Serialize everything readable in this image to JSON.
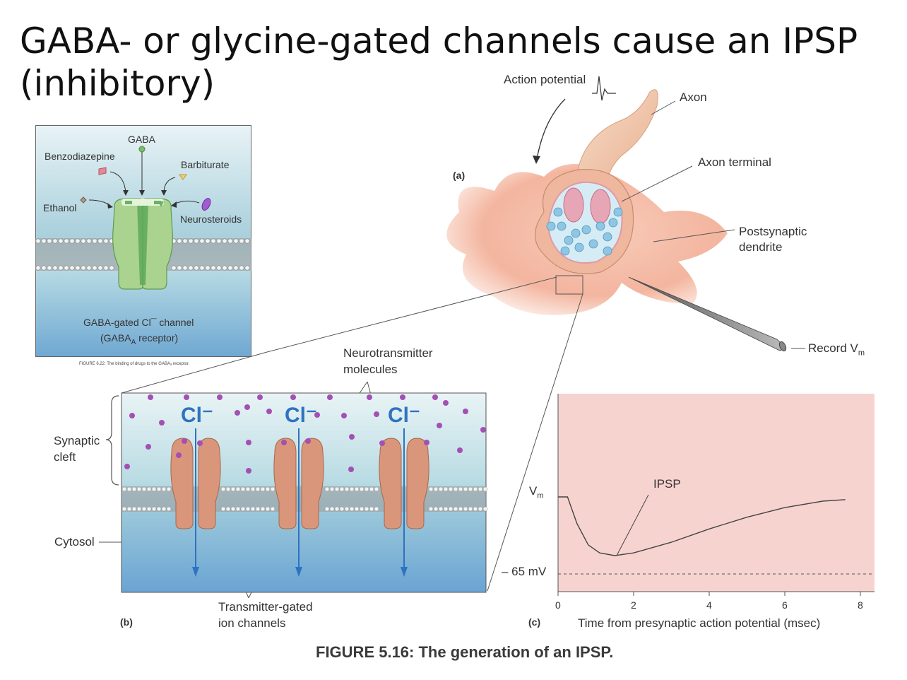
{
  "slide": {
    "title_line1": "GABA- or glycine-gated channels cause an IPSP",
    "title_line2": "(inhibitory)"
  },
  "inset": {
    "labels": {
      "gaba": "GABA",
      "benzodiazepine": "Benzodiazepine",
      "barbiturate": "Barbiturate",
      "ethanol": "Ethanol",
      "neurosteroids": "Neurosteroids",
      "channel_line1": "GABA-gated Cl¯ channel",
      "channel_line2_pre": "(GABA",
      "channel_line2_sub": "A",
      "channel_line2_post": " receptor)"
    },
    "caption": "FIGURE 6.22: The binding of drugs to the GABAₐ receptor."
  },
  "figure": {
    "panel_a": "(a)",
    "panel_b": "(b)",
    "panel_c": "(c)",
    "action_potential": "Action potential",
    "axon": "Axon",
    "axon_terminal": "Axon terminal",
    "postsynaptic_line1": "Postsynaptic",
    "postsynaptic_line2": "dendrite",
    "record_pre": "Record V",
    "record_sub": "m",
    "neurotransmitter_line1": "Neurotransmitter",
    "neurotransmitter_line2": "molecules",
    "synaptic_line1": "Synaptic",
    "synaptic_line2": "cleft",
    "cytosol": "Cytosol",
    "chloride": "Cl⁻",
    "transmitter_line1": "Transmitter-gated",
    "transmitter_line2": "ion channels",
    "caption": "FIGURE 5.16: The generation of an IPSP."
  },
  "chart_data": {
    "type": "line",
    "xlabel": "Time from presynaptic action potential (msec)",
    "ylabel": "Vm",
    "x_ticks": [
      "0",
      "2",
      "4",
      "6",
      "8"
    ],
    "xlim": [
      0,
      8
    ],
    "baseline_label": "– 65 mV",
    "annotation": "IPSP",
    "series": [
      {
        "x": [
          0,
          0.25,
          0.5,
          0.8,
          1.1,
          1.5,
          2.0,
          3.0,
          4.0,
          5.0,
          6.0,
          7.0,
          7.6
        ],
        "y": [
          0,
          0,
          -0.5,
          -0.9,
          -1.05,
          -1.1,
          -1.05,
          -0.85,
          -0.6,
          -0.38,
          -0.2,
          -0.08,
          -0.05
        ]
      }
    ],
    "ylim": [
      -1.4,
      0.3
    ]
  },
  "colors": {
    "membrane_top": "#cfe6ee",
    "cytosol": "#6fa7d5",
    "channel": "#d9967a",
    "gaba_channel": "#a9d38f",
    "graph_bg": "#f7d3cf",
    "neurotransmitter": "#a44fb4",
    "arrow": "#2f72c0"
  }
}
